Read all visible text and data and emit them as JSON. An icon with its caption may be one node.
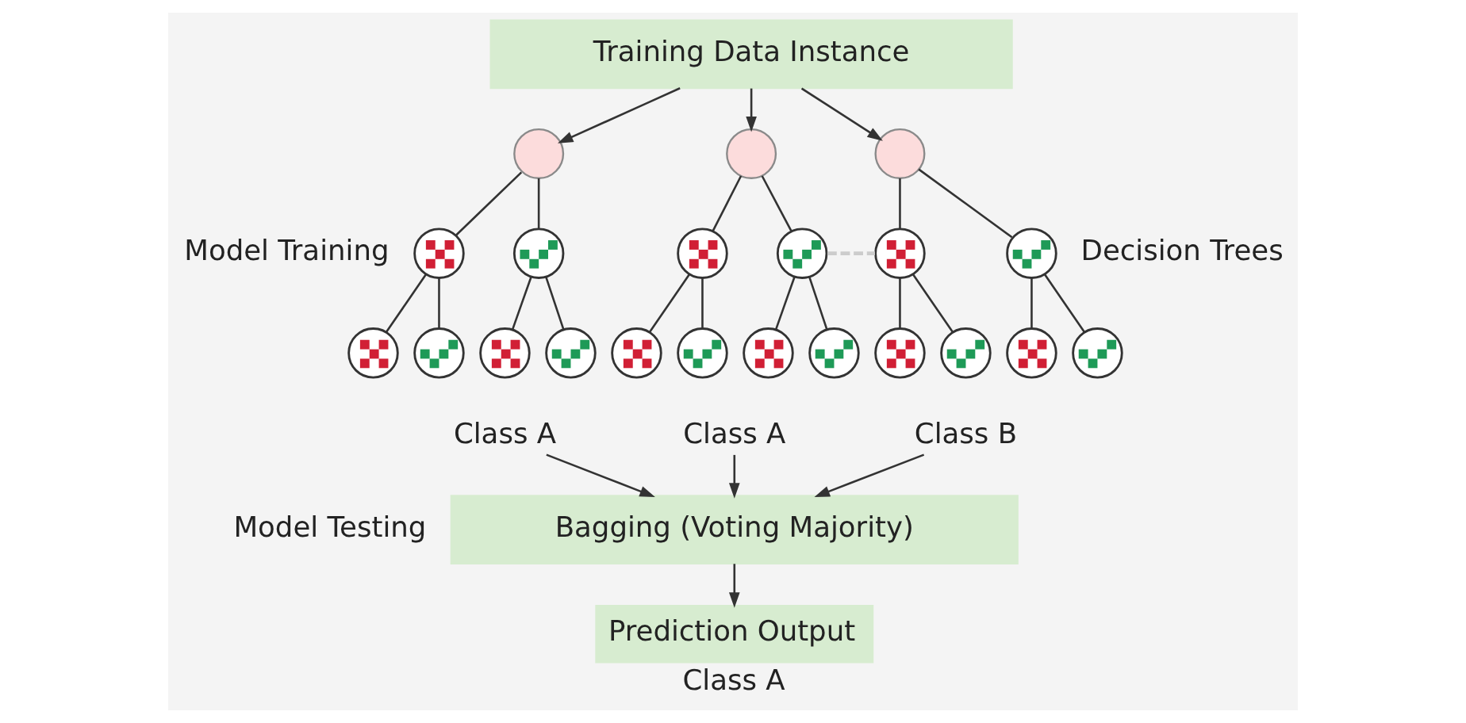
{
  "diagram": {
    "nodes": [
      {
        "text": [
          "Training Data Instance"
        ]
      },
      {
        "text": [],
        "shape": "circle"
      },
      {
        "text": [],
        "shape": "circle"
      },
      {
        "text": [],
        "shape": "circle"
      },
      {
        "text": [],
        "shape": "circle"
      },
      {
        "text": [],
        "shape": "circle"
      },
      {
        "text": [],
        "shape": "circle"
      },
      {
        "text": [],
        "shape": "circle"
      },
      {
        "text": [],
        "shape": "circle"
      },
      {
        "text": [],
        "shape": "circle"
      },
      {
        "text": [],
        "shape": "circle"
      },
      {
        "text": [],
        "shape": "circle"
      },
      {
        "text": [],
        "shape": "circle"
      },
      {
        "text": [],
        "shape": "circle"
      },
      {
        "text": [],
        "shape": "circle"
      },
      {
        "text": [],
        "shape": "circle"
      },
      {
        "text": [],
        "shape": "circle"
      },
      {
        "text": [],
        "shape": "circle"
      },
      {
        "text": [],
        "shape": "circle"
      },
      {
        "text": [],
        "shape": "circle"
      },
      {
        "text": [],
        "shape": "circle"
      },
      {
        "text": [],
        "shape": "circle"
      },
      {
        "text": [
          "Class A"
        ]
      },
      {
        "text": [
          "Class A"
        ]
      },
      {
        "text": [
          "Class B"
        ]
      },
      {
        "text": [
          "Bagging (Voting Majority)"
        ]
      },
      {
        "text": [
          "Prediction Output"
        ],
        "beside": [
          "Class A"
        ]
      }
    ],
    "edges": [
      {
        "from": 0,
        "to": 1,
        "arrow": "to"
      },
      {
        "from": 0,
        "to": 2,
        "arrow": "to"
      },
      {
        "from": 0,
        "to": 3,
        "arrow": "to"
      },
      {
        "from": 1,
        "to": 4,
        "arrow": "none"
      },
      {
        "from": 1,
        "to": 5,
        "arrow": "none"
      },
      {
        "from": 2,
        "to": 6,
        "arrow": "none"
      },
      {
        "from": 2,
        "to": 7,
        "arrow": "none"
      },
      {
        "from": 3,
        "to": 8,
        "arrow": "none"
      },
      {
        "from": 3,
        "to": 9,
        "arrow": "none"
      },
      {
        "from": 4,
        "to": 10,
        "arrow": "none"
      },
      {
        "from": 4,
        "to": 11,
        "arrow": "none"
      },
      {
        "from": 5,
        "to": 12,
        "arrow": "none"
      },
      {
        "from": 5,
        "to": 13,
        "arrow": "none"
      },
      {
        "from": 6,
        "to": 14,
        "arrow": "none"
      },
      {
        "from": 6,
        "to": 15,
        "arrow": "none"
      },
      {
        "from": 7,
        "to": 16,
        "arrow": "none"
      },
      {
        "from": 7,
        "to": 17,
        "arrow": "none"
      },
      {
        "from": 8,
        "to": 18,
        "arrow": "none"
      },
      {
        "from": 8,
        "to": 19,
        "arrow": "none"
      },
      {
        "from": 9,
        "to": 20,
        "arrow": "none"
      },
      {
        "from": 9,
        "to": 21,
        "arrow": "none"
      },
      {
        "from": 7,
        "to": 8,
        "arrow": "none",
        "style": "dashed",
        "color": "#cccccc"
      },
      {
        "from": 22,
        "to": 25,
        "arrow": "to"
      },
      {
        "from": 23,
        "to": 25,
        "arrow": "to"
      },
      {
        "from": 24,
        "to": 25,
        "arrow": "to"
      },
      {
        "from": 25,
        "to": 26,
        "arrow": "to"
      }
    ],
    "labels": [
      "Model Training",
      "Decision Trees",
      "Model Testing"
    ]
  }
}
